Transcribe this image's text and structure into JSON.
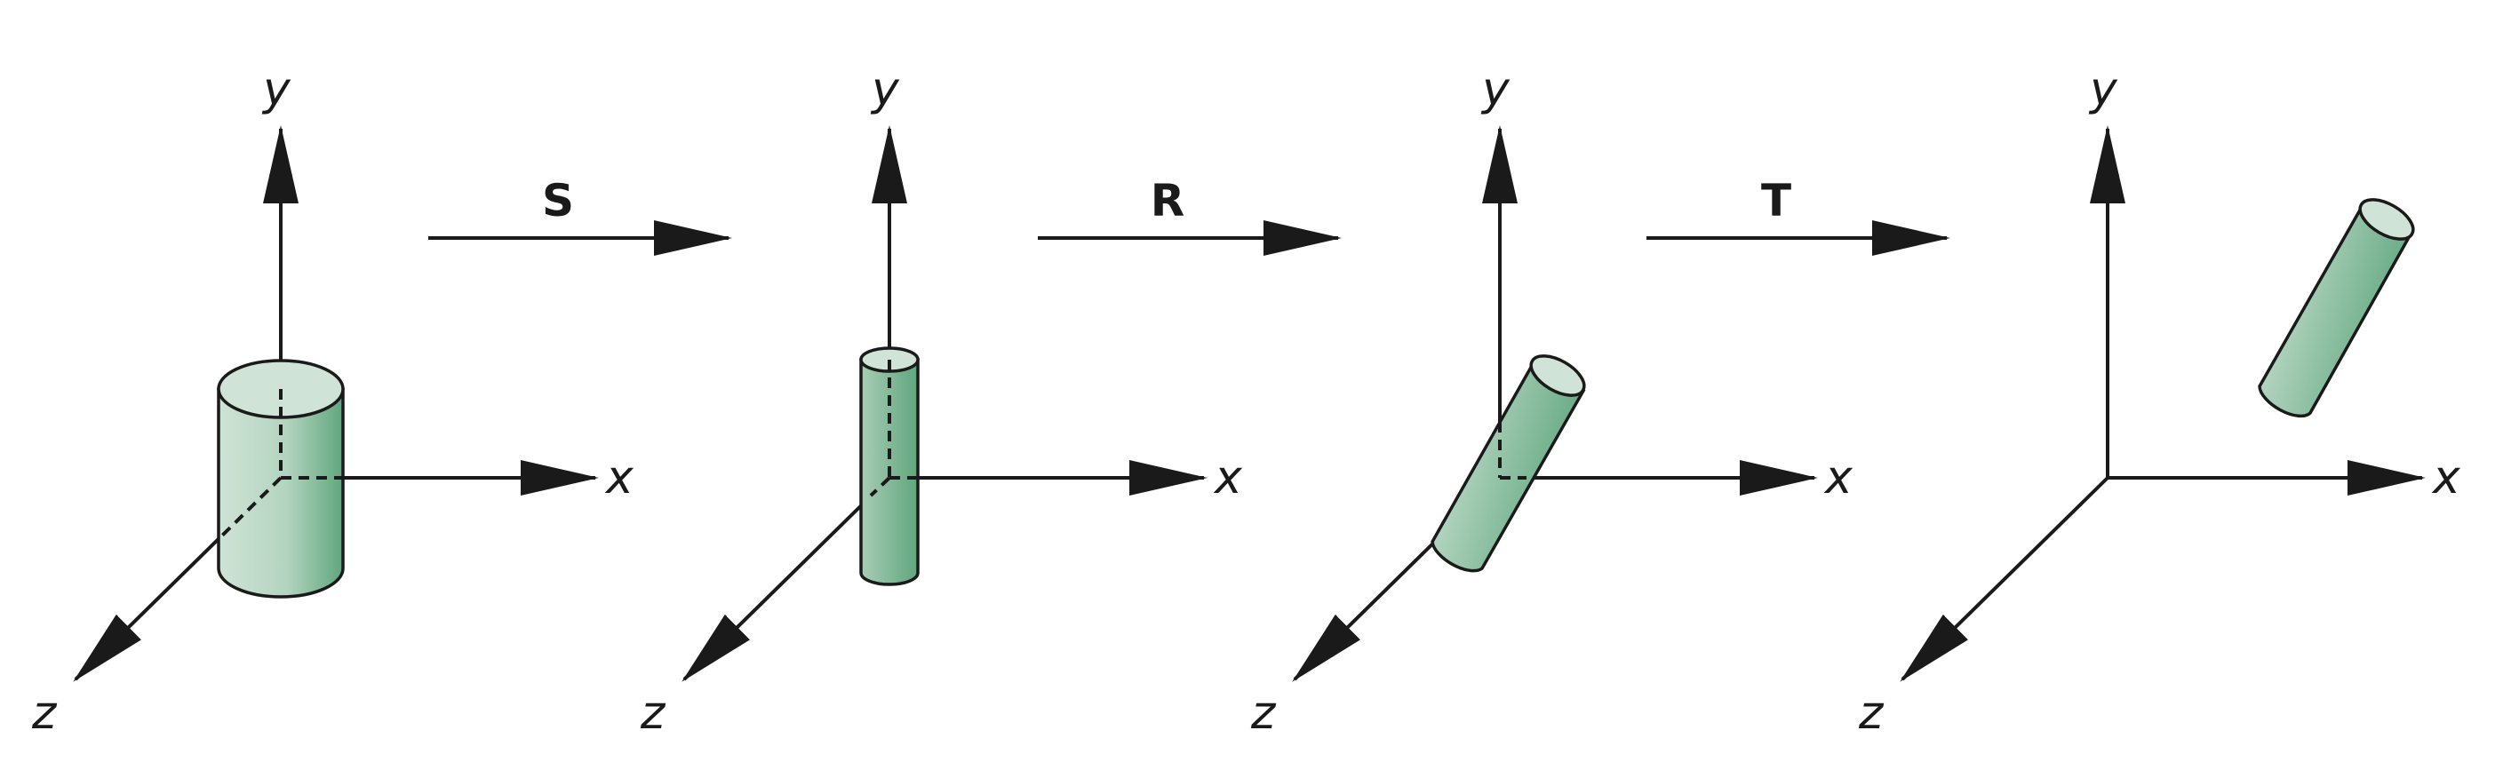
{
  "operations": [
    {
      "label": "S"
    },
    {
      "label": "R"
    },
    {
      "label": "T"
    }
  ],
  "panels": [
    {
      "axes": {
        "x": "x",
        "y": "y",
        "z": "z"
      }
    },
    {
      "axes": {
        "x": "x",
        "y": "y",
        "z": "z"
      }
    },
    {
      "axes": {
        "x": "x",
        "y": "y",
        "z": "z"
      }
    },
    {
      "axes": {
        "x": "x",
        "y": "y",
        "z": "z"
      }
    }
  ],
  "colors": {
    "cylinder_light": "#cfe3d6",
    "cylinder_dark": "#5fa67d",
    "line": "#1a1a1a"
  }
}
